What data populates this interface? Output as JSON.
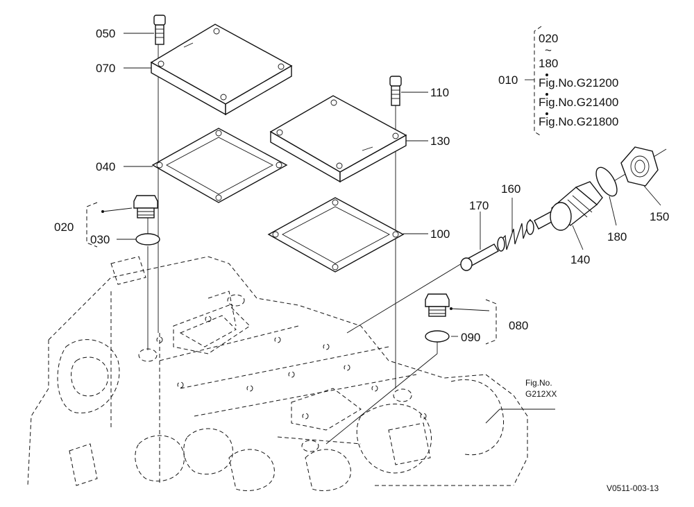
{
  "labels": {
    "p050": "050",
    "p070": "070",
    "p040": "040",
    "p020": "020",
    "p030": "030",
    "p110": "110",
    "p130": "130",
    "p100": "100",
    "p170": "170",
    "p160": "160",
    "p140": "140",
    "p180": "180",
    "p150": "150",
    "p080": "080",
    "p090": "090",
    "p010": "010"
  },
  "assembly_ref": {
    "range_from": "020",
    "range_tilde": "~",
    "range_to": "180",
    "fig_refs": [
      "Fig.No.G21200",
      "Fig.No.G21400",
      "Fig.No.G21800"
    ]
  },
  "fig_callout": {
    "line1": "Fig.No.",
    "line2": "G212XX"
  },
  "drawing_id": "V0511-003-13"
}
